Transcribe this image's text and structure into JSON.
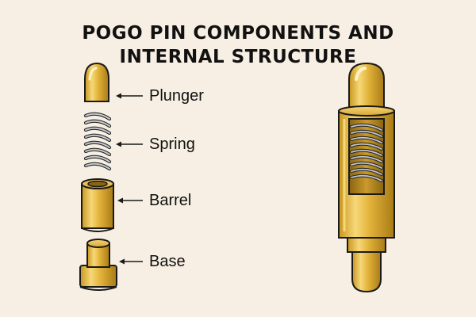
{
  "title": {
    "line1": "POGO PIN COMPONENTS AND",
    "line2": "INTERNAL STRUCTURE"
  },
  "labels": {
    "plunger": "Plunger",
    "spring": "Spring",
    "barrel": "Barrel",
    "base": "Base"
  },
  "colors": {
    "background": "#f7efe3",
    "gold": "#e3b33a",
    "gold_dark": "#b98a1e",
    "gold_light": "#f6d878",
    "spring": "#9aa0a6",
    "outline": "#1a1a1a"
  }
}
